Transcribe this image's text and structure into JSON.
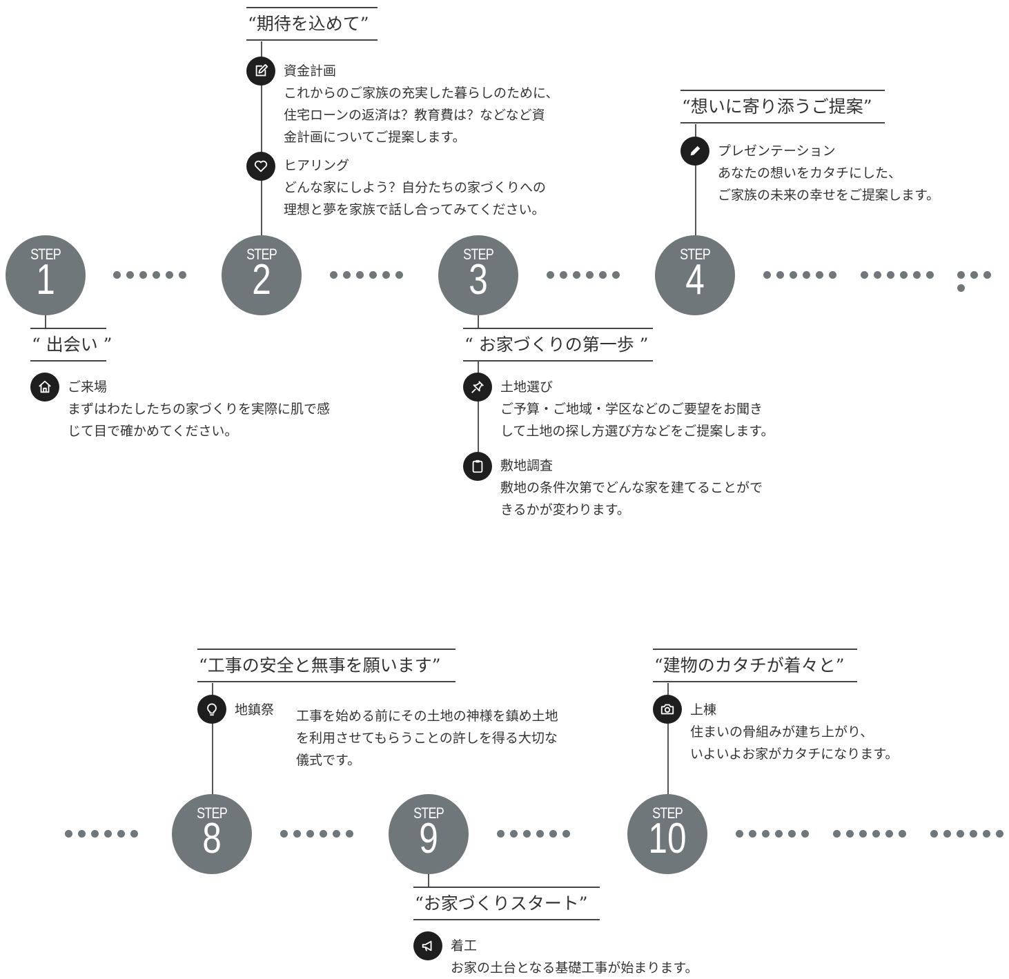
{
  "step_label": "STEP",
  "colors": {
    "circle": "#6f777b",
    "icon_bg": "#1e1e1e",
    "line": "#555555",
    "text": "#333333"
  },
  "steps": [
    {
      "number": "1"
    },
    {
      "number": "2"
    },
    {
      "number": "3"
    },
    {
      "number": "4"
    },
    {
      "number": "8"
    },
    {
      "number": "9"
    },
    {
      "number": "10"
    }
  ],
  "headings": {
    "s1": "“ 出会い ”",
    "s2": "“期待を込めて”",
    "s3": "“ お家づくりの第一歩 ”",
    "s4": "“想いに寄り添うご提案”",
    "s8": "“工事の安全と無事を願います”",
    "s9": "“お家づくりスタート”",
    "s10": "“建物のカタチが着々と”"
  },
  "items": {
    "visit": {
      "icon": "home-icon",
      "title": "ご来場",
      "body": "まずはわたしたちの家づくりを実際に肌で感\nじて目で確かめてください。"
    },
    "funding": {
      "icon": "edit-icon",
      "title": "資金計画",
      "body": "これからのご家族の充実した暮らしのために、\n住宅ローンの返済は？教育費は？などなど資\n金計画についてご提案します。"
    },
    "hearing": {
      "icon": "heart-icon",
      "title": "ヒアリング",
      "body": "どんな家にしよう？自分たちの家づくりへの\n理想と夢を家族で話し合ってみてください。"
    },
    "land": {
      "icon": "pin-icon",
      "title": "土地選び",
      "body": "ご予算・ご地域・学区などのご要望をお聞き\nして土地の探し方選び方などをご提案します。"
    },
    "survey": {
      "icon": "clipboard-icon",
      "title": "敷地調査",
      "body": "敷地の条件次第でどんな家を建てることがで\nきるかが変わります。"
    },
    "presentation": {
      "icon": "pencil-icon",
      "title": "プレゼンテーション",
      "body": "あなたの想いをカタチにした、\nご家族の未来の幸せをご提案します。"
    },
    "ground": {
      "icon": "lightbulb-icon",
      "title": "地鎮祭",
      "body": "工事を始める前にその土地の神様を鎮め土地\nを利用させてもらうことの許しを得る大切な\n儀式です。"
    },
    "framing": {
      "icon": "camera-icon",
      "title": "上棟",
      "body": "住まいの骨組みが建ち上がり、\nいよいよお家がカタチになります。"
    },
    "start": {
      "icon": "megaphone-icon",
      "title": "着工",
      "body": "お家の土台となる基礎工事が始まります。"
    }
  }
}
